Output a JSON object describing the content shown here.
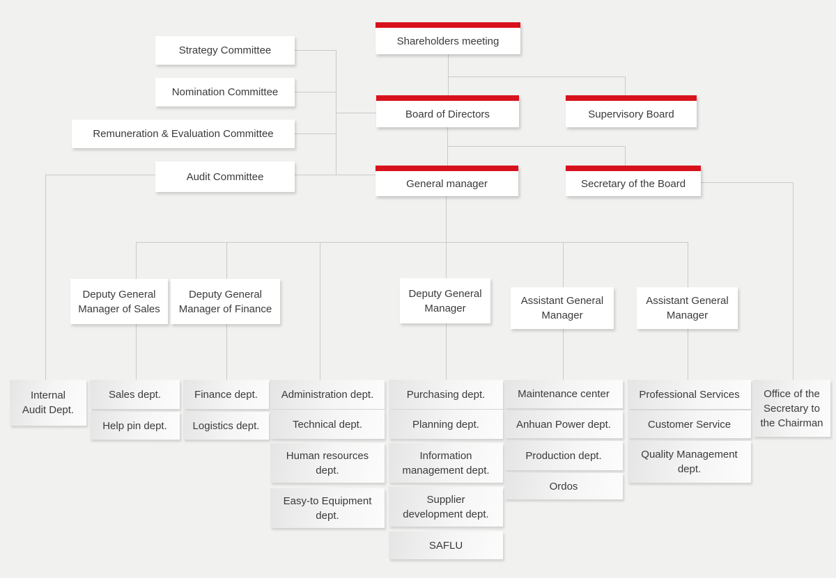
{
  "colors": {
    "background": "#f1f1f0",
    "accent_red": "#d8121d",
    "box_white": "#ffffff",
    "connector": "#c9c9c9",
    "text": "#3a3a3a"
  },
  "top": {
    "shareholders": "Shareholders meeting",
    "board": "Board of Directors",
    "supervisory": "Supervisory Board",
    "general_manager": "General manager",
    "secretary": "Secretary of the Board"
  },
  "committees": {
    "strategy": "Strategy Committee",
    "nomination": "Nomination Committee",
    "remuneration": "Remuneration & Evaluation Committee",
    "audit": "Audit Committee"
  },
  "deputies": {
    "sales": "Deputy General\nManager of Sales",
    "finance": "Deputy General\nManager of Finance",
    "general": "Deputy General\nManager",
    "assistant1": "Assistant General\nManager",
    "assistant2": "Assistant General\nManager"
  },
  "departments": {
    "internal_audit": "Internal\nAudit Dept.",
    "sales": "Sales dept.",
    "help_pin": "Help pin dept.",
    "finance": "Finance dept.",
    "logistics": "Logistics dept.",
    "administration": "Administration dept.",
    "technical": "Technical dept.",
    "human_resources": "Human resources\ndept.",
    "easy_to_equipment": "Easy-to Equipment\ndept.",
    "purchasing": "Purchasing dept.",
    "planning": "Planning dept.",
    "information_management": "Information\nmanagement dept.",
    "supplier_development": "Supplier\ndevelopment dept.",
    "saflu": "SAFLU",
    "maintenance_center": "Maintenance center",
    "anhuan_power": "Anhuan Power dept.",
    "production": "Production dept.",
    "ordos": "Ordos",
    "professional_services": "Professional Services",
    "customer_service": "Customer Service",
    "quality_management": "Quality Management\ndept.",
    "office_secretary_chairman": "Office of the\nSecretary to\nthe Chairman"
  }
}
